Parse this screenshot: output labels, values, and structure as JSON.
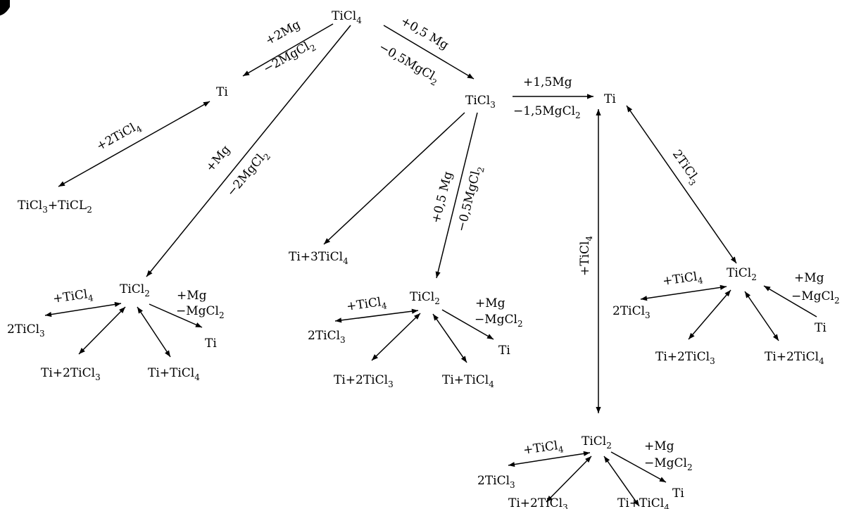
{
  "labels": {
    "root": [
      "TiCl",
      {
        "sub": "4"
      }
    ],
    "left_ti": [
      "Ti"
    ],
    "left_plus2mg": [
      "+2Mg"
    ],
    "left_minus2mgcl2": [
      "−2MgCl",
      {
        "sub": "2"
      }
    ],
    "left_plus2ticl4": [
      "+2TiCl",
      {
        "sub": "4"
      }
    ],
    "left_prod": [
      "TiCl",
      {
        "sub": "3"
      },
      "+TiCL",
      {
        "sub": "2"
      }
    ],
    "mid_plusmg": [
      "+Mg"
    ],
    "mid_minus2mgcl2": [
      "−2MgCl",
      {
        "sub": "2"
      }
    ],
    "ticl3_plus05mg": [
      "+0,5 Mg"
    ],
    "ticl3_minus05mgcl2": [
      "−0,5MgCl",
      {
        "sub": "2"
      }
    ],
    "ticl3": [
      "TiCl",
      {
        "sub": "3"
      }
    ],
    "ticl3_plus15mg": [
      "+1,5Mg"
    ],
    "ticl3_minus15mgcl2": [
      "−1,5MgCl",
      {
        "sub": "2"
      }
    ],
    "right_ti": [
      "Ti"
    ],
    "ti_3ticl4": [
      "Ti+3TiCl",
      {
        "sub": "4"
      }
    ],
    "c_plus05mg": [
      "+0,5 Mg"
    ],
    "c_minus05mgcl2": [
      "−0,5MgCl",
      {
        "sub": "2"
      }
    ],
    "r_2ticl3": [
      "2TiCl",
      {
        "sub": "3"
      }
    ],
    "r_plusticl4": [
      "+TiCl",
      {
        "sub": "4"
      }
    ],
    "g1_center": [
      "TiCl",
      {
        "sub": "2"
      }
    ],
    "g1_plusticl4": [
      "+TiCl",
      {
        "sub": "4"
      }
    ],
    "g1_2ticl3": [
      "2TiCl",
      {
        "sub": "3"
      }
    ],
    "g1_plusmg": [
      "+Mg"
    ],
    "g1_minusmgcl2": [
      "−MgCl",
      {
        "sub": "2"
      }
    ],
    "g1_ti": [
      "Ti"
    ],
    "g1_ti2ticl3": [
      "Ti+2TiCl",
      {
        "sub": "3"
      }
    ],
    "g1_titicl4": [
      "Ti+TiCl",
      {
        "sub": "4"
      }
    ],
    "g2_center": [
      "TiCl",
      {
        "sub": "2"
      }
    ],
    "g2_plusticl4": [
      "+TiCl",
      {
        "sub": "4"
      }
    ],
    "g2_2ticl3": [
      "2TiCl",
      {
        "sub": "3"
      }
    ],
    "g2_plusmg": [
      "+Mg"
    ],
    "g2_minusmgcl2": [
      "−MgCl",
      {
        "sub": "2"
      }
    ],
    "g2_ti": [
      "Ti"
    ],
    "g2_ti2ticl3": [
      "Ti+2TiCl",
      {
        "sub": "3"
      }
    ],
    "g2_titicl4": [
      "Ti+TiCl",
      {
        "sub": "4"
      }
    ],
    "g3_center": [
      "TiCl",
      {
        "sub": "2"
      }
    ],
    "g3_plusticl4": [
      "+TiCl",
      {
        "sub": "4"
      }
    ],
    "g3_2ticl3": [
      "2TiCl",
      {
        "sub": "3"
      }
    ],
    "g3_plusmg": [
      "+Mg"
    ],
    "g3_minusmgcl2": [
      "−MgCl",
      {
        "sub": "2"
      }
    ],
    "g3_ti": [
      "Ti"
    ],
    "g3_ti2ticl3": [
      "Ti+2TiCl",
      {
        "sub": "3"
      }
    ],
    "g3_ti2ticl4": [
      "Ti+2TiCl",
      {
        "sub": "4"
      }
    ],
    "g4_center": [
      "TiCl",
      {
        "sub": "2"
      }
    ],
    "g4_plusticl4": [
      "+TiCl",
      {
        "sub": "4"
      }
    ],
    "g4_2ticl3": [
      "2TiCl",
      {
        "sub": "3"
      }
    ],
    "g4_plusmg": [
      "+Mg"
    ],
    "g4_minusmgcl2": [
      "−MgCl",
      {
        "sub": "2"
      }
    ],
    "g4_ti": [
      "Ti"
    ],
    "g4_ti2ticl3": [
      "Ti+2TiCl",
      {
        "sub": "3"
      }
    ],
    "g4_titicl4": [
      "Ti+TiCl",
      {
        "sub": "4"
      }
    ]
  }
}
